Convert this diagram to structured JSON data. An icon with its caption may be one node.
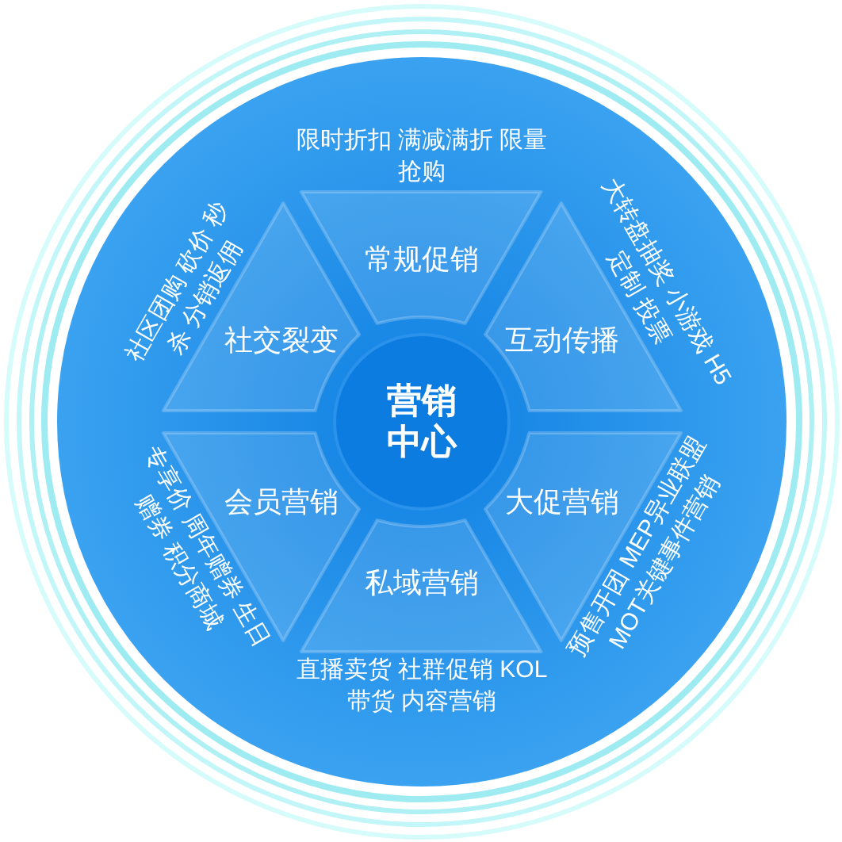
{
  "diagram": {
    "nodes": [
      {
        "text": [
          "营销中心"
        ]
      },
      {
        "text": [
          "常规促销"
        ],
        "beside": [
          "限时折扣 满减满折 限量抢购"
        ]
      },
      {
        "text": [
          "互动传播"
        ],
        "beside": [
          "大转盘抽奖 小游戏 H5定制 投票"
        ]
      },
      {
        "text": [
          "大促营销"
        ],
        "beside": [
          "预售开团 MEP异业联盟 MOT关键事件营销"
        ]
      },
      {
        "text": [
          "私域营销"
        ],
        "beside": [
          "直播卖货 社群促销 KOL带货 内容营销"
        ]
      },
      {
        "text": [
          "会员营销"
        ],
        "beside": [
          "专享价 周年赠券 生日赠券 积分商城"
        ]
      },
      {
        "text": [
          "社交裂变"
        ],
        "beside": [
          "社区团购 砍价 秒杀 分销返佣"
        ]
      }
    ]
  }
}
